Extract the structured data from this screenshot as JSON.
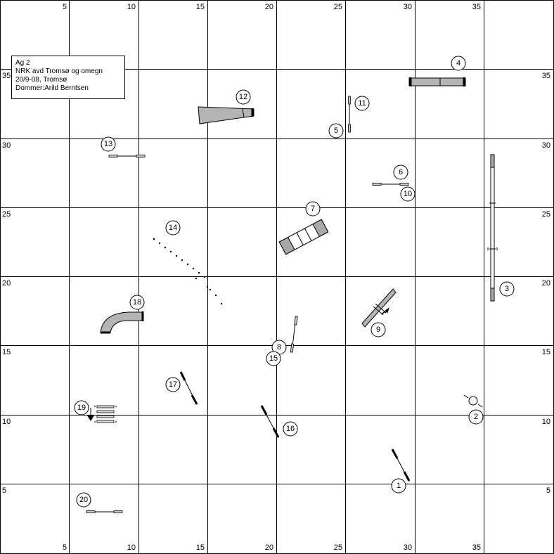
{
  "info": {
    "line1": "Ag 2",
    "line2": "NRK avd Tromsø og omegn",
    "line3": "20/9-08, Tromsø",
    "line4": "Dommer:Arild Berntsen"
  },
  "grid": {
    "top_labels": [
      "5",
      "10",
      "15",
      "20",
      "25",
      "30",
      "35"
    ],
    "bottom_labels": [
      "5",
      "10",
      "15",
      "20",
      "25",
      "30",
      "35"
    ],
    "left_labels": [
      "35",
      "30",
      "25",
      "20",
      "15",
      "10",
      "5"
    ],
    "right_labels": [
      "35",
      "30",
      "25",
      "20",
      "15",
      "10",
      "5"
    ]
  },
  "obstacle_numbers": [
    "1",
    "2",
    "3",
    "4",
    "5",
    "6",
    "7",
    "8",
    "9",
    "10",
    "11",
    "12",
    "13",
    "14",
    "15",
    "16",
    "17",
    "18",
    "19",
    "20"
  ],
  "colors": {
    "line": "#000000",
    "fill": "#c0c0c0",
    "background": "#ffffff"
  }
}
